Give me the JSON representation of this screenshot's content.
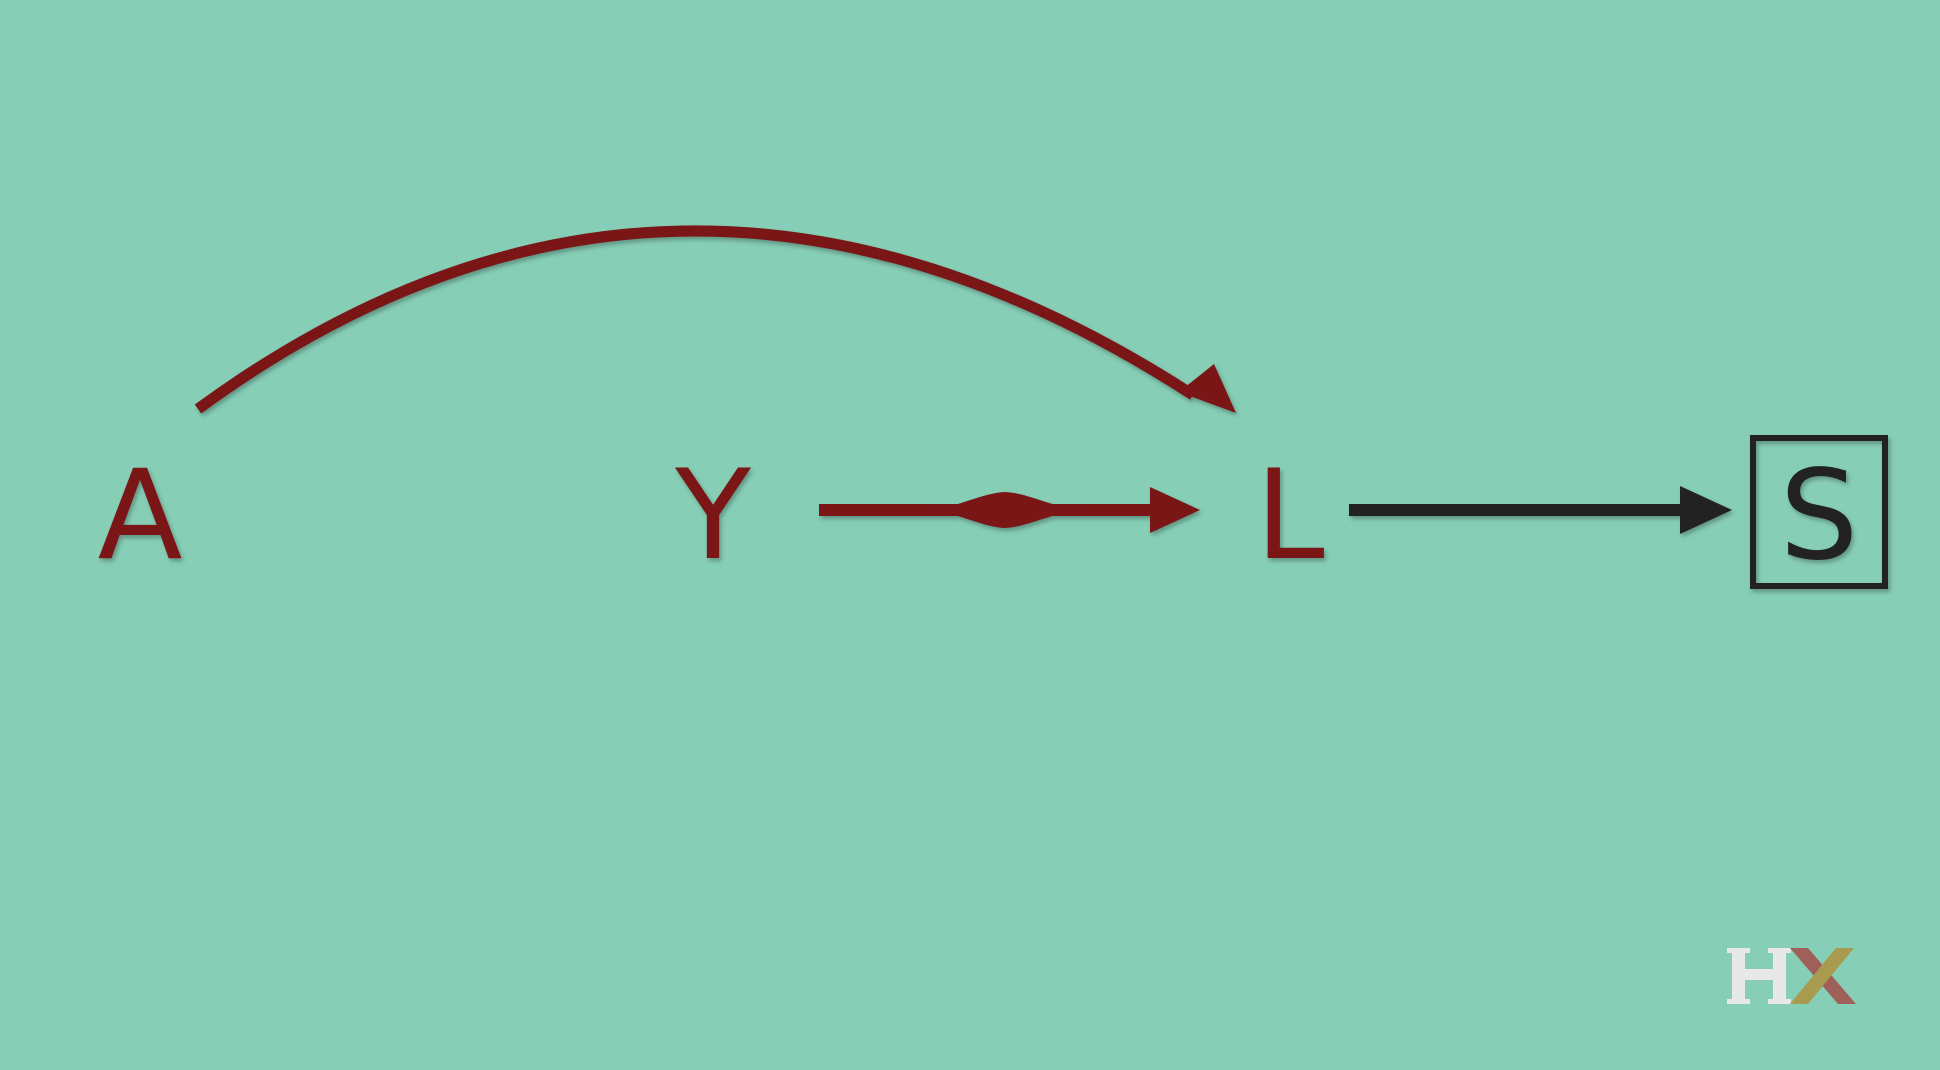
{
  "colors": {
    "background": "#86CEB6",
    "highlight": "#7A1216",
    "default": "#222222",
    "logo_h": "#E8E8E8",
    "logo_x_left": "#A0605A",
    "logo_x_right": "#A89A4E"
  },
  "nodes": {
    "a": "A",
    "y": "Y",
    "l": "L",
    "s": "S"
  },
  "edges": [
    {
      "from": "A",
      "to": "L",
      "style": "curved",
      "color": "highlight"
    },
    {
      "from": "Y",
      "to": "L",
      "style": "straight-with-blob",
      "color": "highlight"
    },
    {
      "from": "L",
      "to": "S",
      "style": "straight",
      "color": "default"
    }
  ],
  "node_styles": {
    "S": "boxed"
  },
  "logo": {
    "left": "H",
    "right": "X"
  }
}
